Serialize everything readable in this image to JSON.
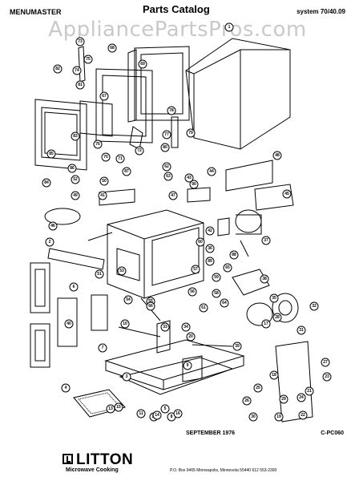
{
  "header": {
    "brand": "MENUMASTER",
    "title": "Parts Catalog",
    "system": "system 70/40.09"
  },
  "watermark": "AppliancePartsPros.com",
  "callouts": [
    "1",
    "2",
    "3",
    "4",
    "5",
    "6",
    "7",
    "8",
    "9",
    "10",
    "11",
    "12",
    "13",
    "14",
    "15",
    "16",
    "17",
    "18",
    "19",
    "20",
    "21",
    "22",
    "23",
    "24",
    "25",
    "26",
    "27",
    "28",
    "29",
    "30",
    "31",
    "32",
    "33",
    "34",
    "35",
    "36",
    "37",
    "38",
    "39",
    "40",
    "41",
    "42",
    "43",
    "44",
    "45",
    "46",
    "47",
    "48",
    "49",
    "50",
    "51",
    "52",
    "53",
    "54",
    "55",
    "56",
    "57",
    "58",
    "59",
    "60",
    "61",
    "62",
    "63",
    "64",
    "65",
    "66",
    "67",
    "68",
    "69",
    "70",
    "71",
    "72",
    "73",
    "74",
    "75",
    "76",
    "77",
    "78",
    "79",
    "80",
    "81",
    "82",
    "83",
    "84",
    "85",
    "86",
    "87",
    "88",
    "89",
    "90"
  ],
  "footer": {
    "date": "SEPTEMBER 1976",
    "code": "C-PC060",
    "logo_name": "LITTON",
    "logo_tagline": "Microwave Cooking",
    "address": "P.O. Box 9465  Minneapolis, Minnesota 55440  612  553-2300"
  }
}
